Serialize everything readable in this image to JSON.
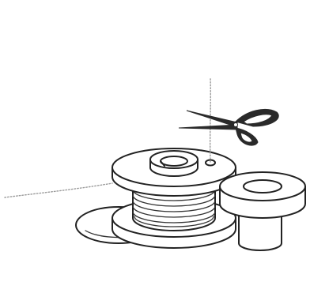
{
  "figure": {
    "caption": "",
    "parts": [
      {
        "id": "bobbin",
        "icon": "bobbin-icon"
      },
      {
        "id": "bobbin-winder-spindle",
        "icon": "spindle-icon"
      },
      {
        "id": "bobbin-winder-stopper",
        "icon": "stopper-icon"
      },
      {
        "id": "scissors",
        "icon": "scissors-icon"
      },
      {
        "id": "thread",
        "icon": "thread-icon"
      }
    ]
  },
  "colors": {
    "background": "#ffffff",
    "line": "#222222",
    "thread": "#9a9a9a"
  }
}
